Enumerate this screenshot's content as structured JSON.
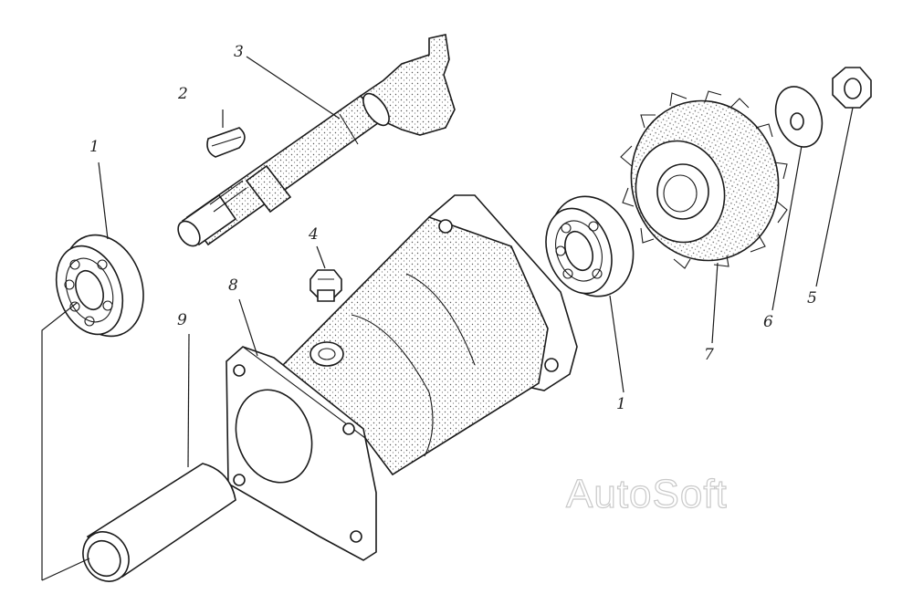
{
  "callouts": {
    "c1a": "1",
    "c1b": "1",
    "c2": "2",
    "c3": "3",
    "c4": "4",
    "c5": "5",
    "c6": "6",
    "c7": "7",
    "c8": "8",
    "c9": "9"
  },
  "watermark": "AutoSoft",
  "colors": {
    "ink": "#1a1a1a",
    "background": "#ffffff",
    "watermark_outline": "#c9c9c9"
  },
  "parts": [
    {
      "name": "bearing",
      "callouts": [
        "c1a",
        "c1b"
      ]
    },
    {
      "name": "key",
      "callouts": [
        "c2"
      ]
    },
    {
      "name": "shaft",
      "callouts": [
        "c3"
      ]
    },
    {
      "name": "plug",
      "callouts": [
        "c4"
      ]
    },
    {
      "name": "nut",
      "callouts": [
        "c5"
      ]
    },
    {
      "name": "washer",
      "callouts": [
        "c6"
      ]
    },
    {
      "name": "gear",
      "callouts": [
        "c7"
      ]
    },
    {
      "name": "housing",
      "callouts": [
        "c8"
      ]
    },
    {
      "name": "bushing",
      "callouts": [
        "c9"
      ]
    }
  ]
}
